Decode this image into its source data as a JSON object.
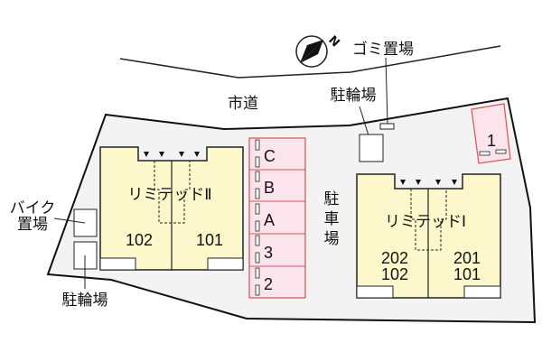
{
  "colors": {
    "lot": "#f3f3f3",
    "building": "#fdf8cc",
    "parking": "#fce4ec",
    "parking_border": "#d9534f",
    "outline": "#222222"
  },
  "compass": {
    "icon": "north-arrow-icon",
    "label": "N"
  },
  "road_label": "市道",
  "garbage_label": "ゴミ置場",
  "bicycle_top_label": "駐輪場",
  "bicycle_bottom_label": "駐輪場",
  "bike_label_line1": "バイク",
  "bike_label_line2": "置場",
  "parking_label": [
    "駐",
    "車",
    "場"
  ],
  "parking_spaces": [
    "C",
    "B",
    "A",
    "3",
    "2"
  ],
  "parking_space_1": "1",
  "building_2": {
    "name": "リミテッドⅡ",
    "units": [
      "102",
      "101"
    ]
  },
  "building_1": {
    "name": "リミテッドⅠ",
    "units_left": [
      "202",
      "102"
    ],
    "units_right": [
      "201",
      "101"
    ]
  }
}
